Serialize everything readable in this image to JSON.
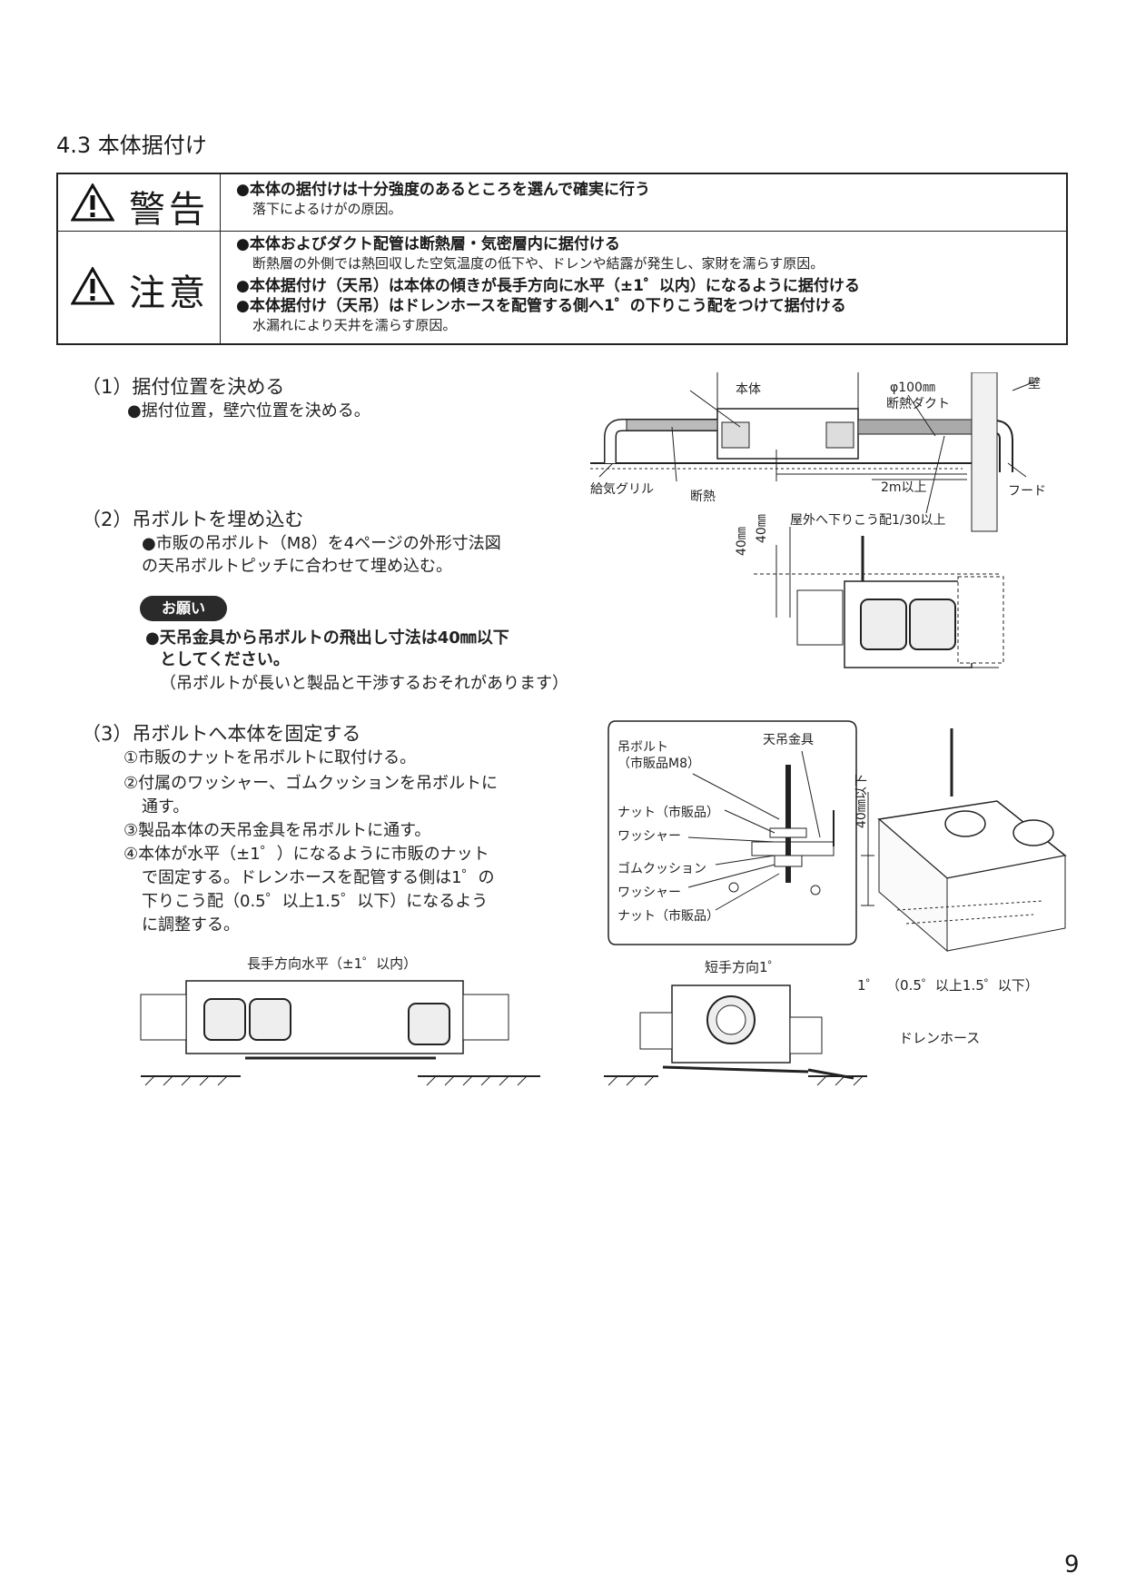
{
  "section": {
    "title": "4.3 本体据付け"
  },
  "warning": {
    "keikoku": {
      "label": "警告",
      "items": [
        {
          "text": "●本体の据付けは十分強度のあるところを選んで確実に行う",
          "note": "落下によるけがの原因。"
        }
      ]
    },
    "chui": {
      "label": "注意",
      "line1": "●本体およびダクト配管は断熱層・気密層内に据付ける",
      "line2": "断熱層の外側では熱回収した空気温度の低下や、ドレンや結露が発生し、家財を濡らす原因。",
      "line3": "●本体据付け（天吊）は本体の傾きが長手方向に水平（±1゜以内）になるように据付ける",
      "line4": "●本体据付け（天吊）はドレンホースを配管する側へ1゜の下りこう配をつけて据付ける",
      "line5": "水漏れにより天井を濡らす原因。"
    }
  },
  "step1": {
    "heading": "（1）据付位置を決める",
    "body": "●据付位置，壁穴位置を決める。",
    "diagram": {
      "honntai": "本体",
      "duct1": "φ100㎜",
      "duct2": "断熱ダクト",
      "wall": "壁",
      "grill": "給気グリル",
      "insulation": "断熱",
      "distance": "2m以上",
      "hood": "フード",
      "slope": "屋外へ下りこう配1/30以上"
    }
  },
  "step2": {
    "heading": "（2）吊ボルトを埋め込む",
    "body1": "●市販の吊ボルト（M8）を4ページの外形寸法図",
    "body2": "の天吊ボルトピッチに合わせて埋め込む。",
    "badge": "お願い",
    "req1": "●天吊金具から吊ボルトの飛出し寸法は40㎜以下",
    "req2": "としてください。",
    "req3": "（吊ボルトが長いと製品と干渉するおそれがあります）",
    "dim1": "40㎜",
    "dim2": "40㎜"
  },
  "step3": {
    "heading": "（3）吊ボルトへ本体を固定する",
    "l1": "①市販のナットを吊ボルトに取付ける。",
    "l2": "②付属のワッシャー、ゴムクッションを吊ボルトに",
    "l3": "通す。",
    "l4": "③製品本体の天吊金具を吊ボルトに通す。",
    "l5": "④本体が水平（±1゜）になるように市販のナット",
    "l6": "で固定する。ドレンホースを配管する側は1゜の",
    "l7": "下りこう配（0.5゜以上1.5゜以下）になるよう",
    "l8": "に調整する。",
    "detail": {
      "bolt1": "吊ボルト",
      "bolt2": "（市販品M8）",
      "bracket": "天吊金具",
      "nut1": "ナット（市販品）",
      "washer1": "ワッシャー",
      "cushion": "ゴムクッション",
      "washer2": "ワッシャー",
      "nut2": "ナット（市販品）",
      "dim": "40㎜以下"
    },
    "long_caption": "長手方向水平（±1゜以内）",
    "short_caption": "短手方向1゜",
    "angle_label": "1゜　（0.5゜以上1.5゜以下）",
    "drain_hose": "ドレンホース"
  },
  "page": {
    "number": "9"
  }
}
